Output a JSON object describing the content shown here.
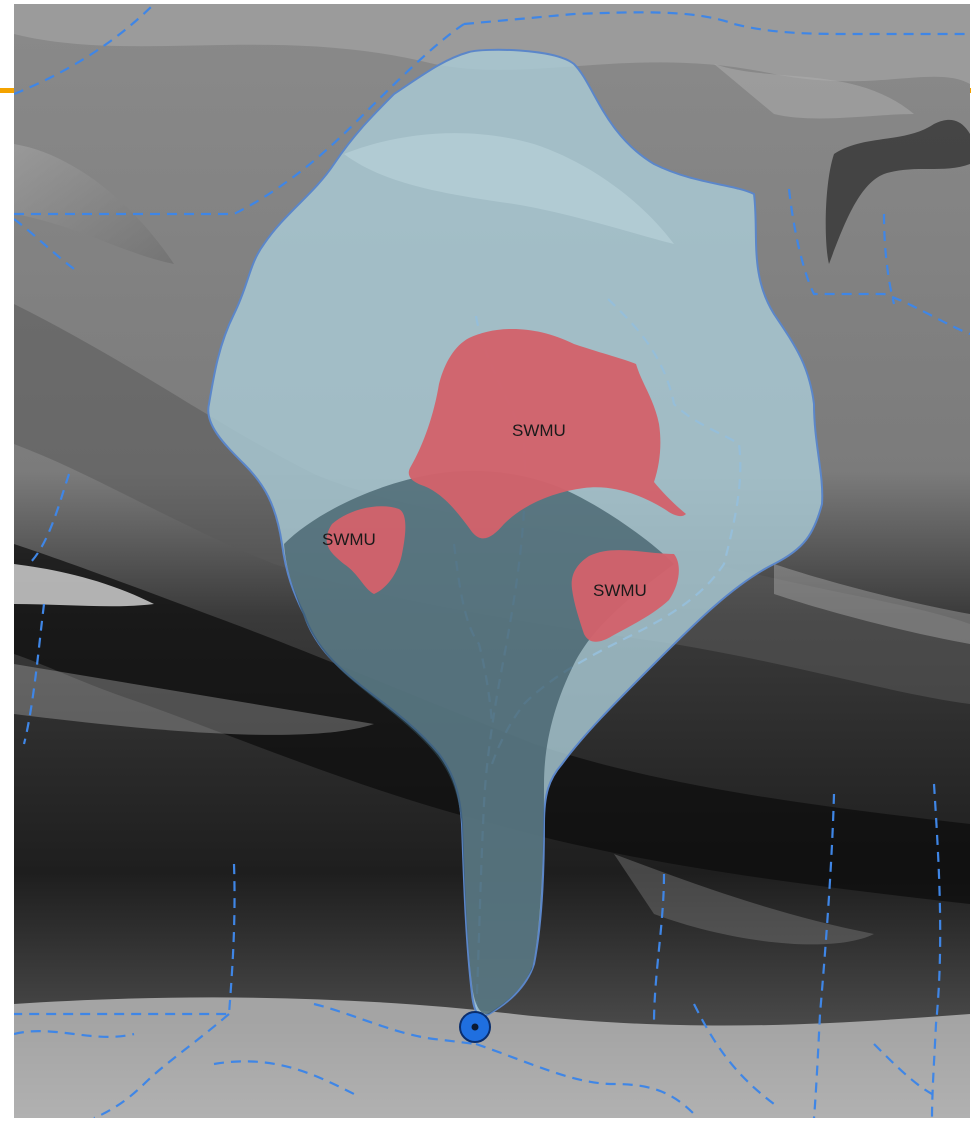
{
  "map": {
    "labels": {
      "swmu_top": "SWMU",
      "swmu_left": "SWMU",
      "swmu_right": "SWMU"
    },
    "colors": {
      "watershed_fill": "#a9cbd6",
      "watershed_outline": "#5b86c9",
      "swmu_fill": "#d2626b",
      "stream_dashes": "#3f86e6",
      "pour_point": "#1f6fe0",
      "accent": "#f4a300"
    }
  }
}
